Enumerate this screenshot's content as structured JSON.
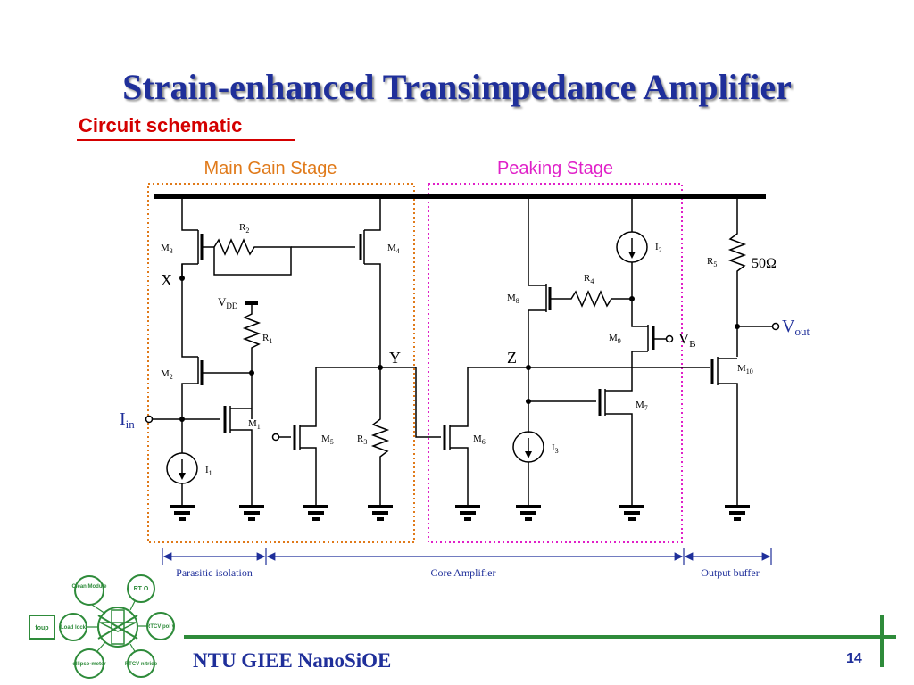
{
  "slide": {
    "title": "Strain-enhanced Transimpedance Amplifier",
    "subtitle": "Circuit schematic",
    "page_number": "14",
    "footer": "NTU GIEE NanoSiOE"
  },
  "stages": {
    "main_gain": "Main Gain Stage",
    "peaking": "Peaking Stage"
  },
  "nodes": {
    "x": "X",
    "y": "Y",
    "z": "Z",
    "vdd": "V",
    "vdd_sub": "DD",
    "iin": "I",
    "iin_sub": "in",
    "vout": "V",
    "vout_sub": "out",
    "vb": "V",
    "vb_sub": "B",
    "r5_value": "50Ω"
  },
  "components": {
    "m1": "M",
    "m1_sub": "1",
    "m2": "M",
    "m2_sub": "2",
    "m3": "M",
    "m3_sub": "3",
    "m4": "M",
    "m4_sub": "4",
    "m5": "M",
    "m5_sub": "5",
    "m6": "M",
    "m6_sub": "6",
    "m7": "M",
    "m7_sub": "7",
    "m8": "M",
    "m8_sub": "8",
    "m9": "M",
    "m9_sub": "9",
    "m10": "M",
    "m10_sub": "10",
    "r1": "R",
    "r1_sub": "1",
    "r2": "R",
    "r2_sub": "2",
    "r3": "R",
    "r3_sub": "3",
    "r4": "R",
    "r4_sub": "4",
    "r5": "R",
    "r5_sub": "5",
    "i1": "I",
    "i1_sub": "1",
    "i2": "I",
    "i2_sub": "2",
    "i3": "I",
    "i3_sub": "3"
  },
  "annotations": {
    "parasitic": "Parasitic isolation",
    "core": "Core Amplifier",
    "output": "Output buffer"
  },
  "logo": {
    "clean_module": "Clean Module",
    "rto": "RT O",
    "rtcv_poly": "RTCV pol y",
    "rtcv_nitride": "RTCV nitride",
    "ellipsometer": "ellipso-meter",
    "load_lock": "Load lock",
    "foup": "foup"
  },
  "colors": {
    "title": "#1f2f9a",
    "subtitle": "#d40000",
    "main_gain": "#e07a1a",
    "peaking": "#e020c8",
    "annotation": "#1f2f9a",
    "logo": "#2e8b3a"
  }
}
